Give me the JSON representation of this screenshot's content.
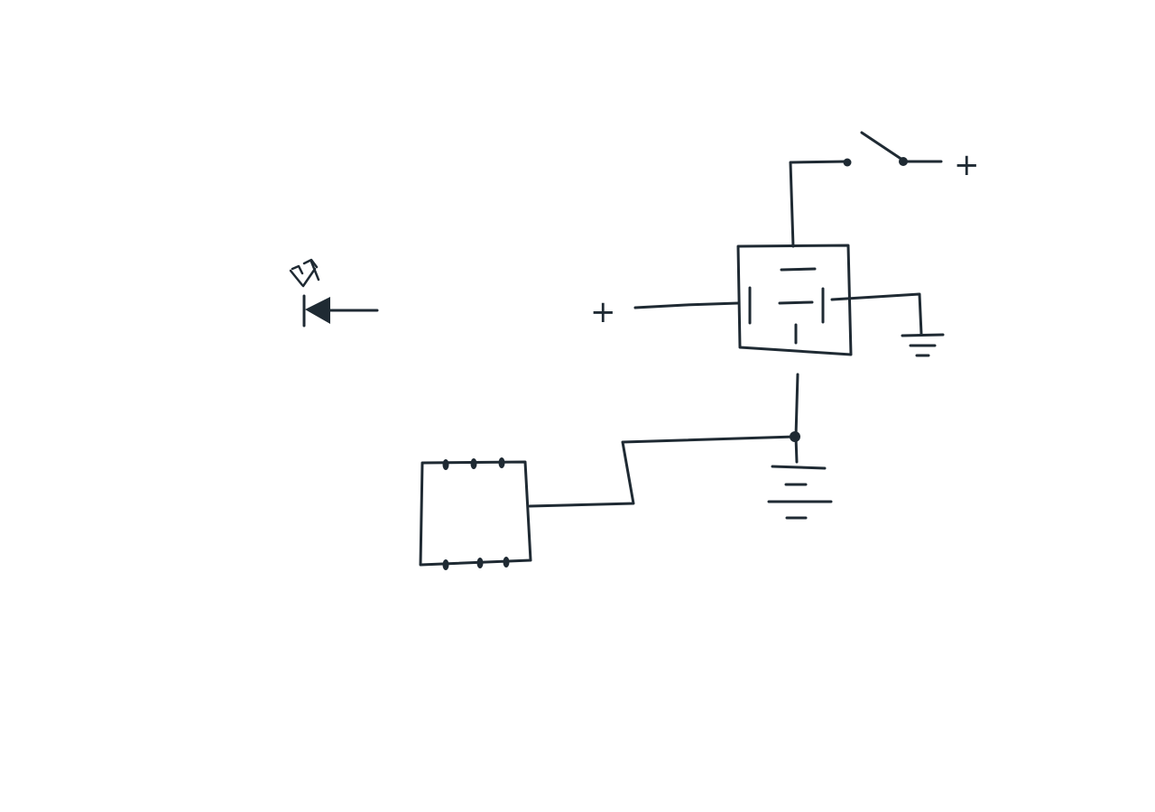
{
  "diagram": {
    "ink_color": "#1f2a33",
    "paper_color": "#ffffff",
    "labels": {
      "supply_left": "+",
      "supply_top_right": "+"
    },
    "symbols": [
      "led-symbol",
      "relay-box",
      "switch-symbol",
      "ground-symbol",
      "ic-chip",
      "junction-dot"
    ]
  }
}
